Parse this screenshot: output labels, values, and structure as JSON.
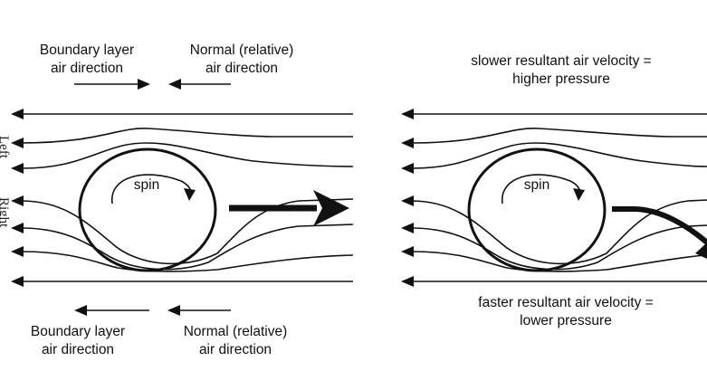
{
  "left_panel": {
    "top_left_label": "Boundary layer\nair direction",
    "top_right_label": "Normal (relative)\nair direction",
    "bottom_left_label": "Boundary layer\nair direction",
    "bottom_right_label": "Normal (relative)\nair direction",
    "spin_label": "spin"
  },
  "right_panel": {
    "top_label": "slower resultant air velocity =\nhigher pressure",
    "bottom_label": "faster resultant air velocity =\nlower pressure",
    "spin_label": "spin"
  },
  "edge_text": {
    "left": "Left",
    "right": "Right"
  },
  "colors": {
    "line": "#111111",
    "background": "#ffffff"
  }
}
